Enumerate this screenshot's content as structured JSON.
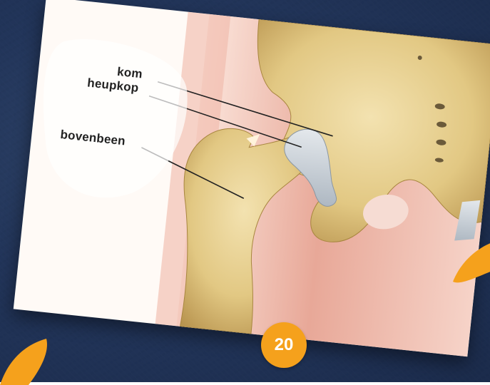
{
  "labels": {
    "socket": "kom",
    "femoral_head": "heupkop",
    "thigh_bone": "bovenbeen"
  },
  "page_number": "20",
  "colors": {
    "background": "#22355a",
    "accent": "#f5a11c",
    "bone": "#e8d39a",
    "cartilage": "#c9d2da",
    "skin": "#e8a898"
  }
}
